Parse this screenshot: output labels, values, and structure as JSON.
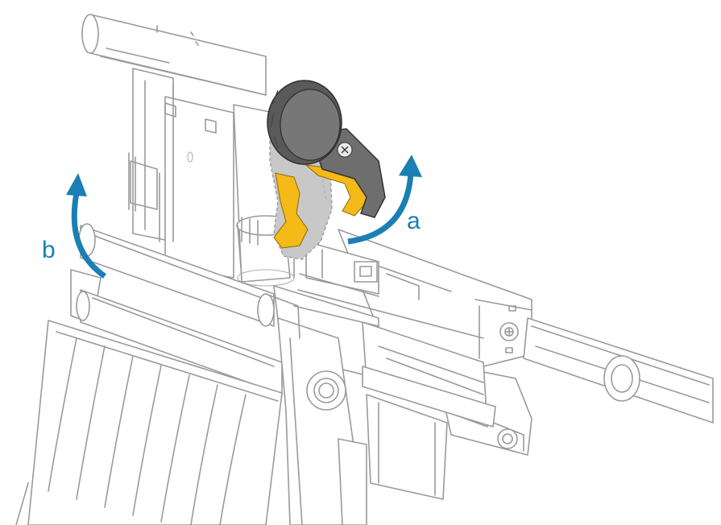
{
  "callouts": {
    "a": {
      "label": "a"
    },
    "b": {
      "label": "b"
    }
  },
  "colors": {
    "arrow": "#1b7fb3",
    "latch_yellow": "#f5b918",
    "knob_dark": "#5a5a5a",
    "knob_mid": "#777777",
    "ghost_gray": "#c8c8c8",
    "line_art": "#9a9a9a"
  },
  "icons": {
    "arrow_a": "curved-arrow-up-icon",
    "arrow_b": "curved-arrow-up-icon",
    "knob": "printhead-release-knob",
    "latch": "printhead-latch"
  }
}
